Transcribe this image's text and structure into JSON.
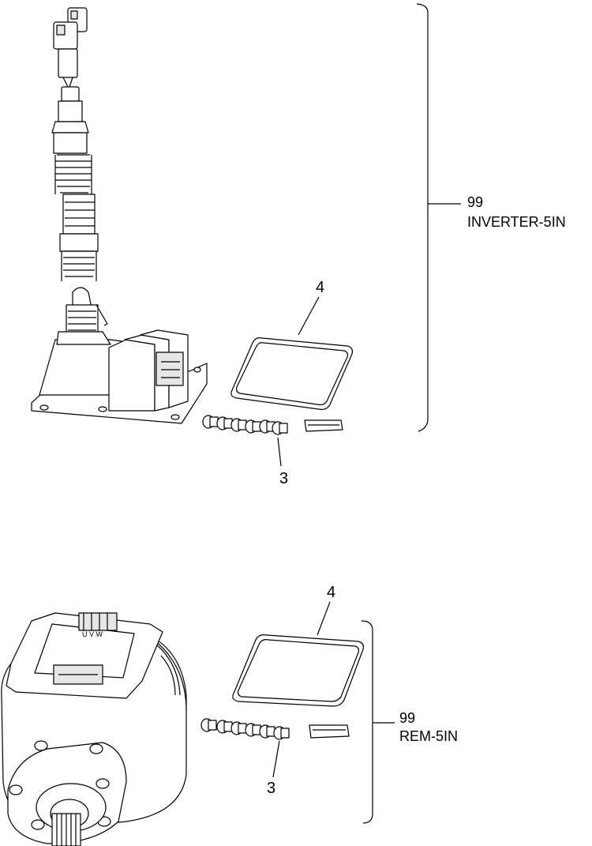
{
  "top_assembly": {
    "bracket_number": "99",
    "bracket_name": "INVERTER-5IN",
    "seal_callout": "4",
    "screw_callout": "3"
  },
  "bottom_assembly": {
    "bracket_number": "99",
    "bracket_name": "REM-5IN",
    "seal_callout": "4",
    "screw_callout": "3"
  },
  "motor_plate_letters": "U V W",
  "colors": {
    "line": "#000000",
    "fill": "#ffffff",
    "shade": "#e6e6e6"
  }
}
